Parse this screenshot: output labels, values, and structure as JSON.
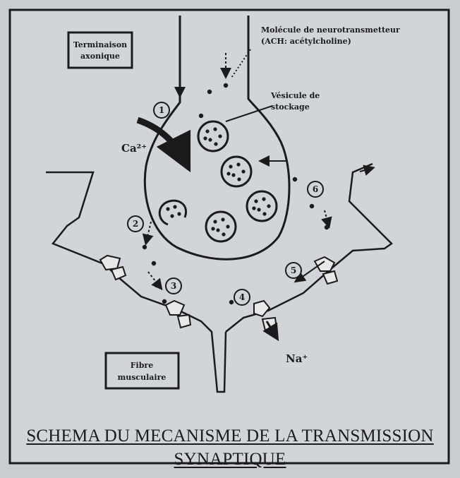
{
  "labels": {
    "axon_terminal": [
      "Terminaison",
      "axonique"
    ],
    "neurotransmitter": [
      "Molécule de neurotransmetteur",
      "(ACH: acétylcholine)"
    ],
    "vesicle": [
      "Vésicule de",
      "stockage"
    ],
    "calcium": "Ca²⁺",
    "sodium": "Na⁺",
    "muscle_fiber": [
      "Fibre",
      "musculaire"
    ]
  },
  "steps": [
    "1",
    "2",
    "3",
    "4",
    "5",
    "6"
  ],
  "caption": {
    "line1": "SCHEMA DU MECANISME DE LA TRANSMISSION",
    "line2": "SYNAPTIQUE"
  }
}
